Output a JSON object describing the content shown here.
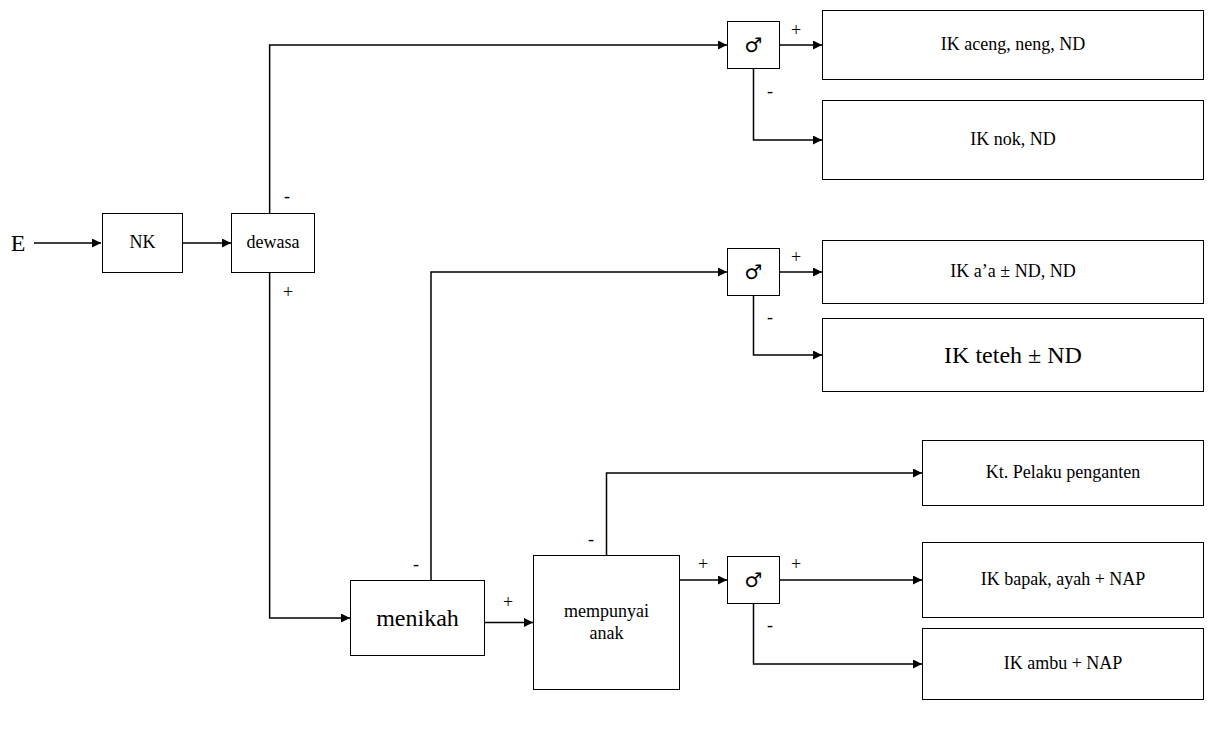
{
  "diagram": {
    "nodes": [
      {
        "text": [
          "NK"
        ]
      },
      {
        "text": [
          "dewasa"
        ]
      },
      {
        "text": [
          "♂"
        ]
      },
      {
        "text": [
          "IK aceng, neng, ND"
        ]
      },
      {
        "text": [
          "IK nok, ND"
        ]
      },
      {
        "text": [
          "♂"
        ]
      },
      {
        "text": [
          "IK a’a ± ND, ND"
        ]
      },
      {
        "text": [
          "IK teteh ± ND"
        ]
      },
      {
        "text": [
          "menikah"
        ]
      },
      {
        "text": [
          "mempunyai anak"
        ]
      },
      {
        "text": [
          "Kt. Pelaku penganten"
        ]
      },
      {
        "text": [
          "♂"
        ]
      },
      {
        "text": [
          "IK bapak, ayah + NAP"
        ]
      },
      {
        "text": [
          "IK ambu + NAP"
        ]
      }
    ],
    "edges": [
      {
        "from": 0,
        "to": 1,
        "arrow": "to"
      },
      {
        "from": 1,
        "to": 2,
        "arrow": "to",
        "label": "-"
      },
      {
        "from": 2,
        "to": 3,
        "arrow": "to",
        "label": "+"
      },
      {
        "from": 2,
        "to": 4,
        "arrow": "to",
        "label": "-"
      },
      {
        "from": 1,
        "to": 8,
        "arrow": "to",
        "label": "+"
      },
      {
        "from": 5,
        "to": 6,
        "arrow": "to",
        "label": "+"
      },
      {
        "from": 5,
        "to": 7,
        "arrow": "to",
        "label": "-"
      },
      {
        "from": 8,
        "to": 5,
        "arrow": "to",
        "label": "-"
      },
      {
        "from": 8,
        "to": 9,
        "arrow": "to",
        "label": "+"
      },
      {
        "from": 9,
        "to": 10,
        "arrow": "to",
        "label": "-"
      },
      {
        "from": 9,
        "to": 11,
        "arrow": "to",
        "label": "+"
      },
      {
        "from": 11,
        "to": 12,
        "arrow": "to",
        "label": "+"
      },
      {
        "from": 11,
        "to": 13,
        "arrow": "to",
        "label": "-"
      }
    ],
    "labels": [
      "E"
    ]
  }
}
